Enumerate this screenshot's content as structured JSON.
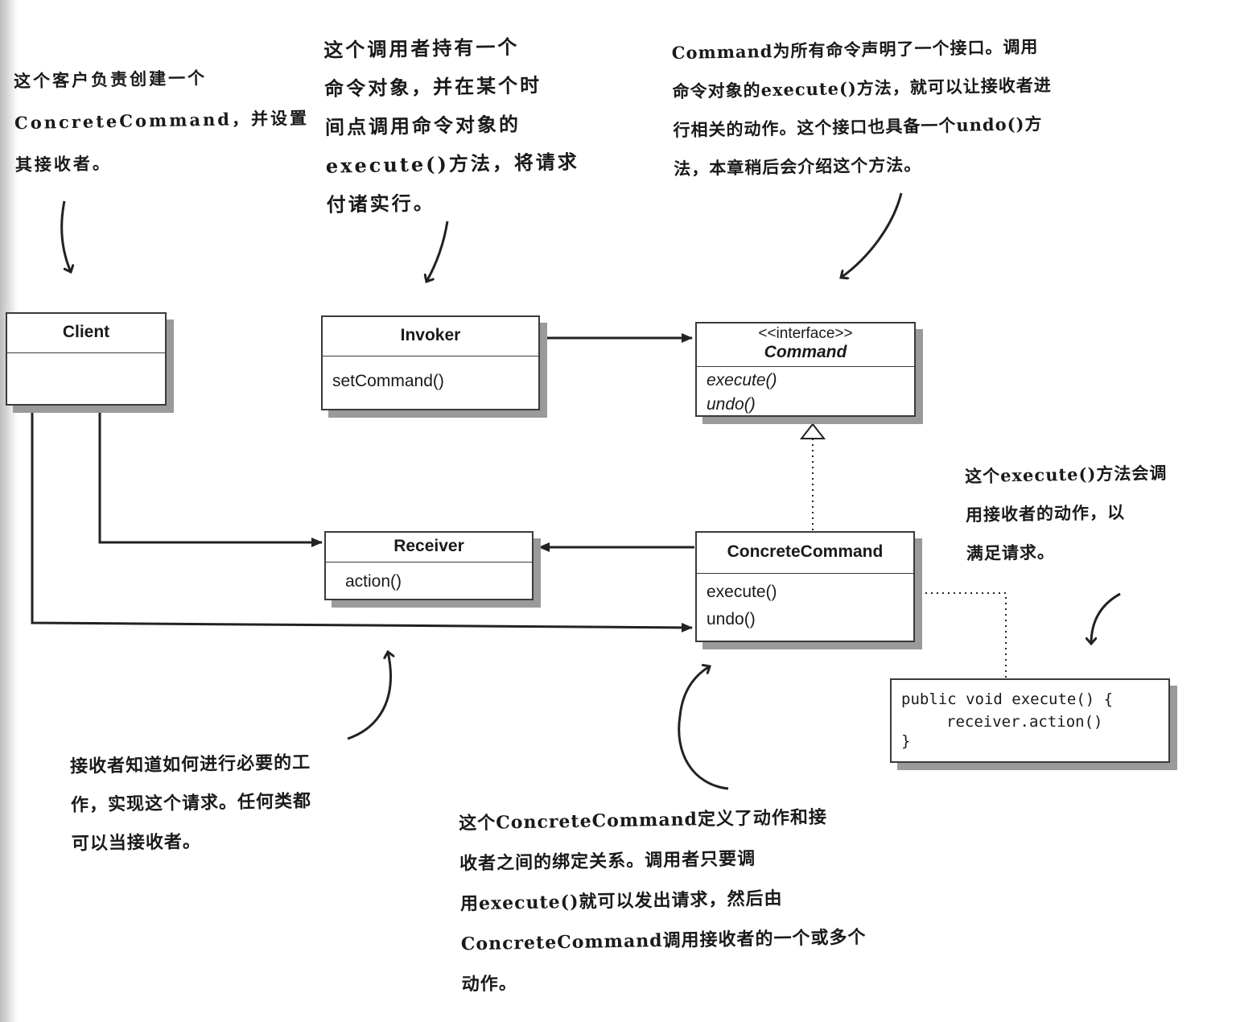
{
  "classes": {
    "client": {
      "name": "Client"
    },
    "invoker": {
      "name": "Invoker",
      "methods": [
        "setCommand()"
      ]
    },
    "command": {
      "stereotype": "<<interface>>",
      "name": "Command",
      "methods": [
        "execute()",
        "undo()"
      ]
    },
    "receiver": {
      "name": "Receiver",
      "methods": [
        "action()"
      ]
    },
    "concrete_command": {
      "name": "ConcreteCommand",
      "methods": [
        "execute()",
        "undo()"
      ]
    }
  },
  "code": {
    "line1": "public void execute() {",
    "line2": "receiver.action()",
    "line3": "}"
  },
  "annotations": {
    "client": [
      "这个客户负责创建一个",
      "ConcreteCommand，并设置",
      "其接收者。"
    ],
    "invoker": [
      "这个调用者持有一个",
      "命令对象，并在某个时",
      "间点调用命令对象的",
      "execute()方法，将请求",
      "付诸实行。"
    ],
    "command": [
      "Command为所有命令声明了一个接口。调用",
      "命令对象的execute()方法，就可以让接收者进",
      "行相关的动作。这个接口也具备一个undo()方",
      "法，本章稍后会介绍这个方法。"
    ],
    "execute": [
      "这个execute()方法会调",
      "用接收者的动作，以",
      "满足请求。"
    ],
    "receiver": [
      "接收者知道如何进行必要的工",
      "作，实现这个请求。任何类都",
      "可以当接收者。"
    ],
    "concrete": [
      "这个ConcreteCommand定义了动作和接",
      "收者之间的绑定关系。调用者只要调",
      "用execute()就可以发出请求，然后由",
      "ConcreteCommand调用接收者的一个或多个",
      "动作。"
    ]
  }
}
